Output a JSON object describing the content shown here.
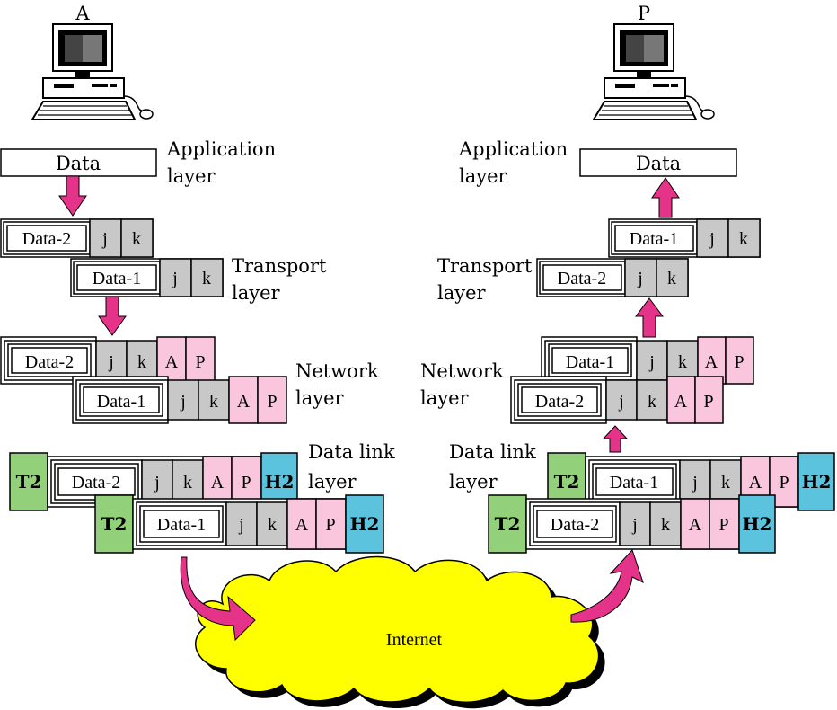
{
  "computers": {
    "left_label": "A",
    "right_label": "P"
  },
  "labels": {
    "application_1": "Application",
    "application_2": "layer",
    "transport_1": "Transport",
    "transport_2": "layer",
    "network_1": "Network",
    "network_2": "layer",
    "datalink_1": "Data link",
    "datalink_2": "layer"
  },
  "cells": {
    "data": "Data",
    "data1": "Data-1",
    "data2": "Data-2",
    "j": "j",
    "k": "k",
    "a": "A",
    "p": "P",
    "t2": "T2",
    "h2": "H2"
  },
  "cloud": {
    "label": "Internet"
  },
  "colors": {
    "arrow": "#e5338a",
    "cell_grey": "#c8c8c8",
    "cell_pink": "#f9c6de",
    "t2_green": "#92d07a",
    "h2_blue": "#5bc3dd",
    "cloud_yellow": "#ffff00"
  }
}
